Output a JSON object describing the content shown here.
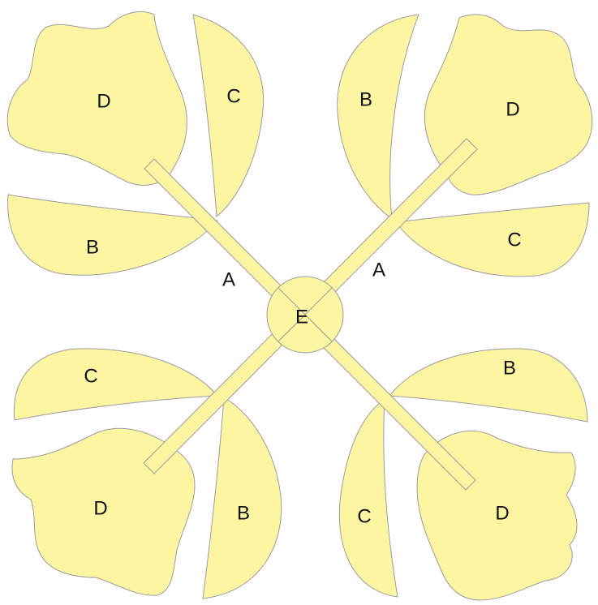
{
  "colors": {
    "fill": "#fcf6a3",
    "outline": "#9c9c9c",
    "text": "#111111",
    "background": "#ffffff"
  },
  "labels": {
    "stem": "A",
    "leaf_b": "B",
    "leaf_c": "C",
    "flower": "D",
    "center": "E"
  }
}
